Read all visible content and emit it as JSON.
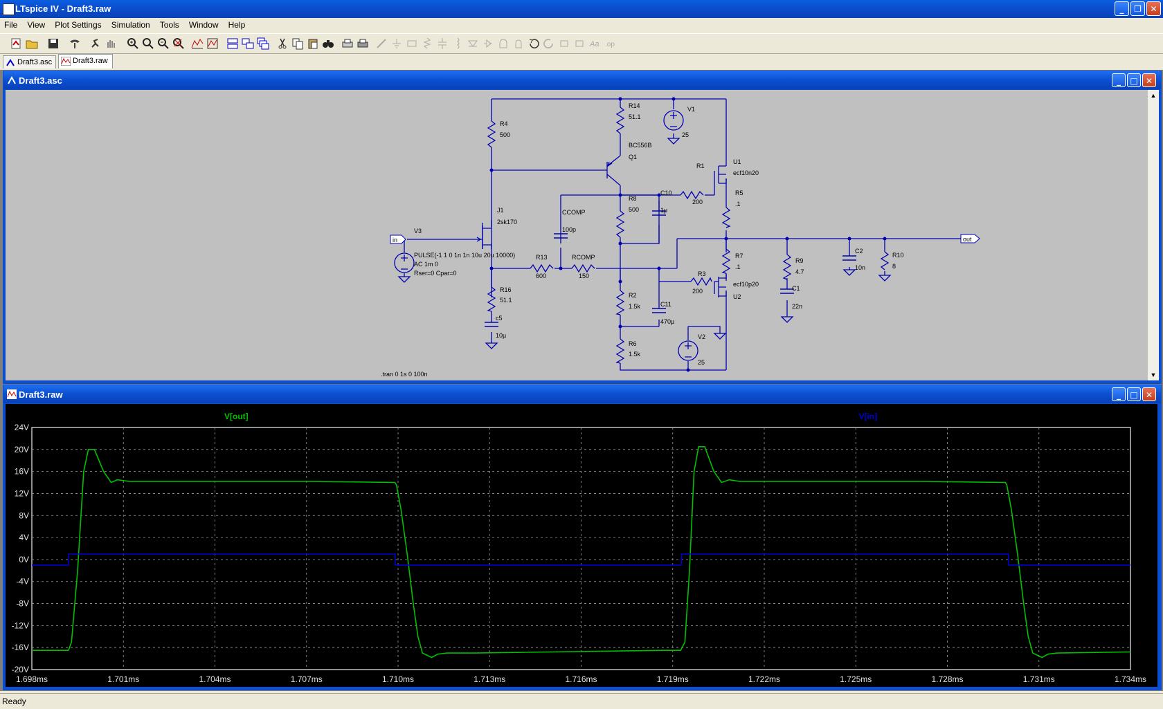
{
  "app": {
    "title": "LTspice IV - Draft3.raw"
  },
  "menu": [
    "File",
    "View",
    "Plot Settings",
    "Simulation",
    "Tools",
    "Window",
    "Help"
  ],
  "tabs": [
    {
      "label": "Draft3.asc"
    },
    {
      "label": "Draft3.raw"
    }
  ],
  "schematic_window": {
    "title": "Draft3.asc"
  },
  "plot_window": {
    "title": "Draft3.raw"
  },
  "status": {
    "text": "Ready"
  },
  "schematic": {
    "components": {
      "R4": {
        "name": "R4",
        "value": "500"
      },
      "R14": {
        "name": "R14",
        "value": "51.1"
      },
      "V1": {
        "name": "V1",
        "value": "25"
      },
      "Q1": {
        "name": "Q1",
        "model": "BC556B"
      },
      "U1": {
        "name": "U1",
        "model": "ecf10n20"
      },
      "R1": {
        "name": "R1",
        "value": "200"
      },
      "R5": {
        "name": "R5",
        "value": ".1"
      },
      "R8": {
        "name": "R8",
        "value": "500"
      },
      "C10": {
        "name": "C10",
        "value": "1µ"
      },
      "CCOMP": {
        "name": "CCOMP",
        "value": "100p"
      },
      "J1": {
        "name": "J1",
        "model": "2sk170"
      },
      "V3": {
        "name": "V3",
        "line1": "PULSE(-1 1 0 1n 1n 10u 20u 10000)",
        "line2": "AC 1m 0",
        "line3": "Rser=0 Cpar=0"
      },
      "R13": {
        "name": "R13",
        "value": "600"
      },
      "RCOMP": {
        "name": "RCOMP",
        "value": "150"
      },
      "R7": {
        "name": "R7",
        "value": ".1"
      },
      "R9": {
        "name": "R9",
        "value": "4.7"
      },
      "C2": {
        "name": "C2",
        "value": "10n"
      },
      "R10": {
        "name": "R10",
        "value": "8"
      },
      "C1": {
        "name": "C1",
        "value": "22n"
      },
      "R3": {
        "name": "R3",
        "value": "200"
      },
      "U2": {
        "name": "U2",
        "model": "ecf10p20"
      },
      "R16": {
        "name": "R16",
        "value": "51.1"
      },
      "C5": {
        "name": "c5",
        "value": "10µ"
      },
      "R2": {
        "name": "R2",
        "value": "1.5k"
      },
      "C11": {
        "name": "C11",
        "value": "470µ"
      },
      "R6": {
        "name": "R6",
        "value": "1.5k"
      },
      "V2": {
        "name": "V2",
        "value": "25"
      }
    },
    "ports": {
      "in": "in",
      "out": "out"
    },
    "directive": ".tran 0 1s 0 100n"
  },
  "chart_data": {
    "type": "line",
    "series": [
      {
        "name": "V[out]",
        "color": "#00c000",
        "x": [
          1.698,
          1.6992,
          1.6993,
          1.6995,
          1.6997,
          1.69985,
          1.70005,
          1.70035,
          1.7006,
          1.7008,
          1.7012,
          1.7047,
          1.70715,
          1.7099,
          1.70995,
          1.7101,
          1.7103,
          1.7105,
          1.71065,
          1.7108,
          1.7111,
          1.7113,
          1.7116,
          1.7125,
          1.7187,
          1.71926,
          1.7194,
          1.71955,
          1.7197,
          1.71985,
          1.72005,
          1.72035,
          1.7206,
          1.72085,
          1.7212,
          1.7247,
          1.72715,
          1.7299,
          1.72995,
          1.7301,
          1.7303,
          1.7305,
          1.73065,
          1.7308,
          1.7311,
          1.7313,
          1.7316,
          1.734
        ],
        "y": [
          -16.5,
          -16.5,
          -15,
          -2,
          16,
          20,
          20,
          16,
          14,
          14.5,
          14.2,
          14.2,
          14.2,
          14,
          13.5,
          9,
          1,
          -8,
          -14,
          -17,
          -17.8,
          -17.2,
          -17,
          -17,
          -16.5,
          -16.5,
          -15,
          -2,
          16,
          20.5,
          20.5,
          16,
          14,
          14.5,
          14.2,
          14.2,
          14.2,
          14,
          13.5,
          9,
          1,
          -8,
          -14,
          -17,
          -17.8,
          -17.2,
          -17,
          -16.8
        ]
      },
      {
        "name": "V[in]",
        "color": "#0000d0",
        "x": [
          1.698,
          1.6992,
          1.69921,
          1.7099,
          1.70991,
          1.71928,
          1.71929,
          1.73,
          1.73001,
          1.734
        ],
        "y": [
          -1,
          -1,
          1,
          1,
          -1,
          -1,
          1,
          1,
          -1,
          -1
        ]
      }
    ],
    "xlim": [
      1.698,
      1.734
    ],
    "ylim": [
      -20,
      24
    ],
    "xticks": [
      1.698,
      1.701,
      1.704,
      1.707,
      1.71,
      1.713,
      1.716,
      1.719,
      1.722,
      1.725,
      1.728,
      1.731,
      1.734
    ],
    "xtick_labels": [
      "1.698ms",
      "1.701ms",
      "1.704ms",
      "1.707ms",
      "1.710ms",
      "1.713ms",
      "1.716ms",
      "1.719ms",
      "1.722ms",
      "1.725ms",
      "1.728ms",
      "1.731ms",
      "1.734ms"
    ],
    "yticks": [
      24,
      20,
      16,
      12,
      8,
      4,
      0,
      -4,
      -8,
      -12,
      -16,
      -20
    ],
    "ytick_labels": [
      "24V",
      "20V",
      "16V",
      "12V",
      "8V",
      "4V",
      "0V",
      "-4V",
      "-8V",
      "-12V",
      "-16V",
      "-20V"
    ],
    "grid": true,
    "background": "#000000"
  }
}
